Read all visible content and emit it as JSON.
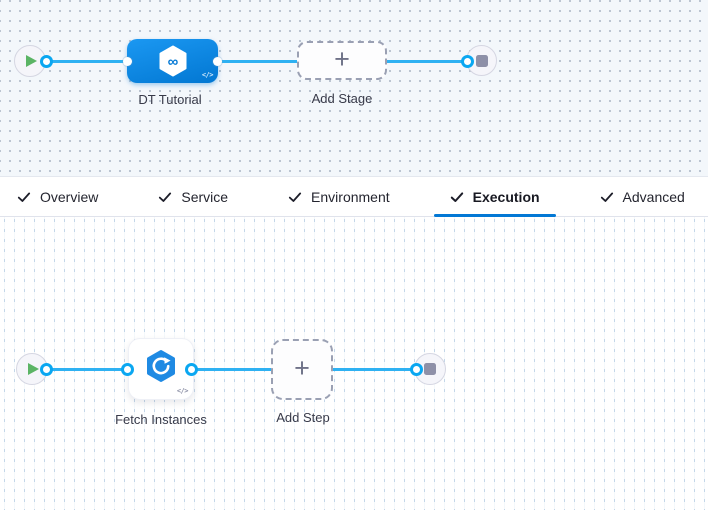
{
  "stage_canvas": {
    "stage_node": {
      "label": "DT Tutorial",
      "code_icon_text": "</>"
    },
    "add_stage": {
      "label": "Add Stage",
      "plus": "+"
    }
  },
  "tabs": {
    "items": [
      {
        "label": "Overview",
        "checked": true,
        "active": false
      },
      {
        "label": "Service",
        "checked": true,
        "active": false
      },
      {
        "label": "Environment",
        "checked": true,
        "active": false
      },
      {
        "label": "Execution",
        "checked": true,
        "active": true
      },
      {
        "label": "Advanced",
        "checked": true,
        "active": false
      }
    ]
  },
  "execution_canvas": {
    "step_node": {
      "label": "Fetch Instances",
      "code_icon_text": "</>"
    },
    "add_step": {
      "label": "Add Step",
      "plus": "+"
    }
  },
  "icons": {
    "infinity": "∞"
  },
  "colors": {
    "accent_blue": "#0278d5",
    "connector_blue": "#2eb1f2",
    "node_blue": "#0b86e0",
    "play_green": "#5bb465",
    "stop_gray": "#8e90a8",
    "canvas_top_bg": "#f3f7fb"
  }
}
